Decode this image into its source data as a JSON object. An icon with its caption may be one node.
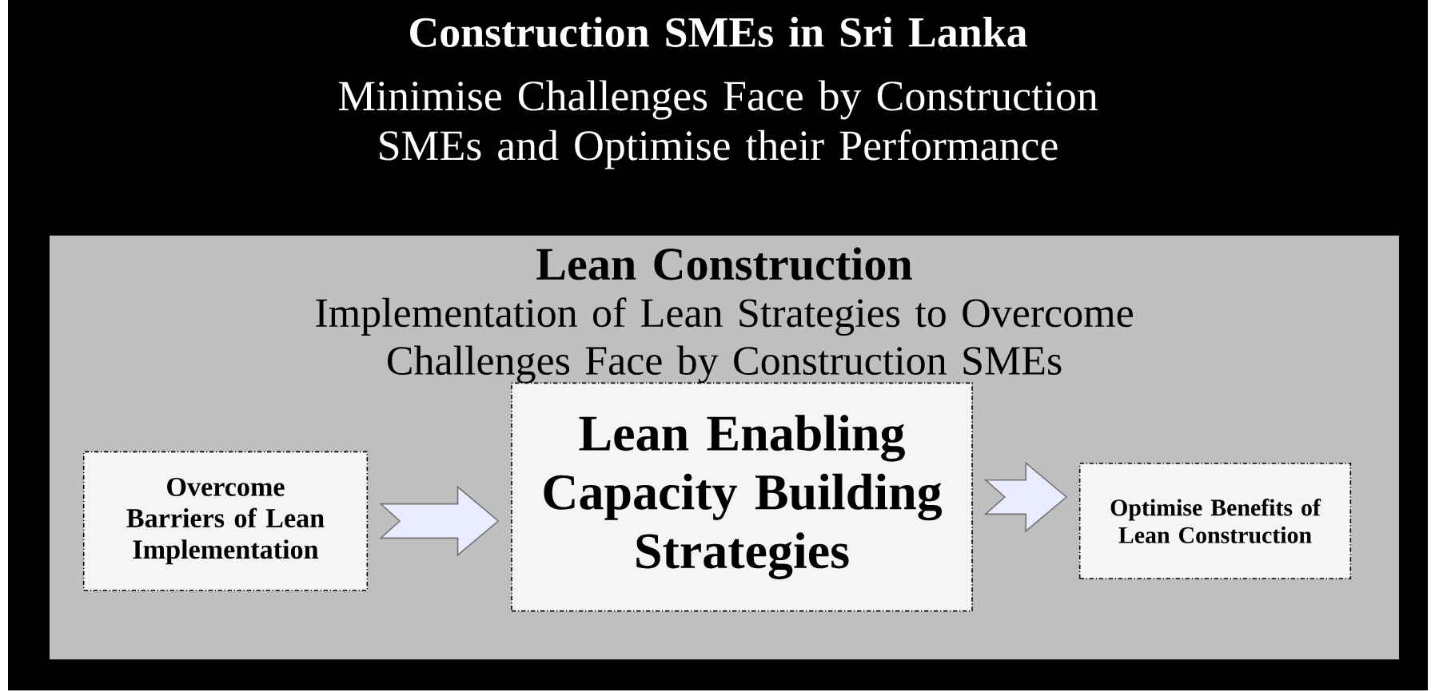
{
  "diagram": {
    "nodes": [
      {
        "text": [
          "Construction SMEs in Sri Lanka",
          "Minimise Challenges Face by Construction SMEs and Optimise their Performance"
        ]
      },
      {
        "text": [
          "Lean Construction",
          "Implementation of Lean Strategies to Overcome Challenges Face by Construction SMEs"
        ],
        "in": 0
      },
      {
        "text": [
          "Overcome Barriers of Lean Implementation"
        ],
        "in": 1
      },
      {
        "text": [
          "Lean Enabling Capacity Building Strategies"
        ],
        "in": 1
      },
      {
        "text": [
          "Optimise Benefits of Lean Construction"
        ],
        "in": 1
      }
    ],
    "edges": [
      {
        "from": 2,
        "to": 3,
        "arrow": "to"
      },
      {
        "from": 3,
        "to": 4,
        "arrow": "to"
      }
    ]
  }
}
